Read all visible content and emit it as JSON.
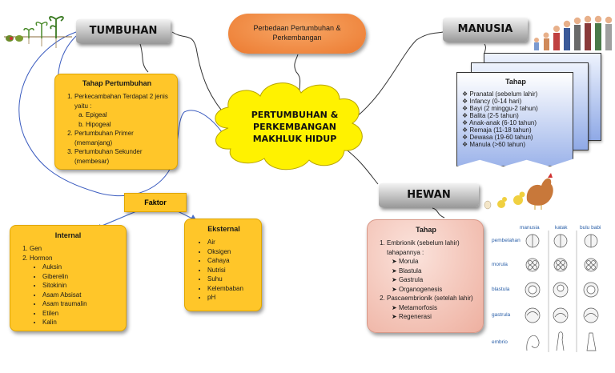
{
  "center": {
    "line1": "PERTUMBUHAN &",
    "line2": "PERKEMBANGAN",
    "line3": "MAKHLUK HIDUP"
  },
  "perbedaan": {
    "line1": "Perbedaan Pertumbuhan &",
    "line2": "Perkembangan"
  },
  "tumbuhan": {
    "title": "TUMBUHAN",
    "tahap_title": "Tahap Pertumbuhan",
    "items": [
      {
        "text": "Perkecambahan Terdapat 2 jenis yaitu :",
        "sub": [
          "Epigeal",
          "Hipogeal"
        ]
      },
      {
        "text": "Pertumbuhan Primer (memanjang)"
      },
      {
        "text": "Pertumbuhan Sekunder (membesar)"
      }
    ],
    "faktor": "Faktor",
    "internal": {
      "title": "Internal",
      "items": [
        "Gen",
        "Hormon"
      ],
      "hormon": [
        "Auksin",
        "Giberelin",
        "Sitokinin",
        "Asam Absisat",
        "Asam traumalin",
        "Etilen",
        "Kalin"
      ]
    },
    "eksternal": {
      "title": "Eksternal",
      "items": [
        "Air",
        "Oksigen",
        "Cahaya",
        "Nutrisi",
        "Suhu",
        "Kelembaban",
        "pH"
      ]
    }
  },
  "manusia": {
    "title": "MANUSIA",
    "tahap_title": "Tahap",
    "items": [
      "Pranatal (sebelum lahir)",
      "Infancy (0-14 hari)",
      "Bayi (2 minggu-2 tahun)",
      "Balita (2-5 tahun)",
      "Anak-anak (6-10 tahun)",
      "Remaja (11-18 tahun)",
      "Dewasa (19-60 tahun)",
      "Manula (>60 tahun)"
    ]
  },
  "hewan": {
    "title": "HEWAN",
    "tahap_title": "Tahap",
    "items": [
      {
        "text": "Embrionik (sebelum lahir) tahapannya :",
        "sub": [
          "Morula",
          "Blastula",
          "Gastrula",
          "Organogenesis"
        ]
      },
      {
        "text": "Pascaembrionik (setelah lahir)",
        "sub": [
          "Metamorfosis",
          "Regenerasi"
        ]
      }
    ],
    "embryo_columns": [
      "manusia",
      "katak",
      "bulu babi"
    ],
    "embryo_rows": [
      "pembelahan",
      "morula",
      "blastula",
      "gastrula",
      "embrio"
    ]
  },
  "colors": {
    "yellow": "#ffc629",
    "orange": "#f08a3c",
    "pink": "#f3c2b6",
    "blue_card": "#dbe6fb",
    "cloud": "#fff200"
  }
}
